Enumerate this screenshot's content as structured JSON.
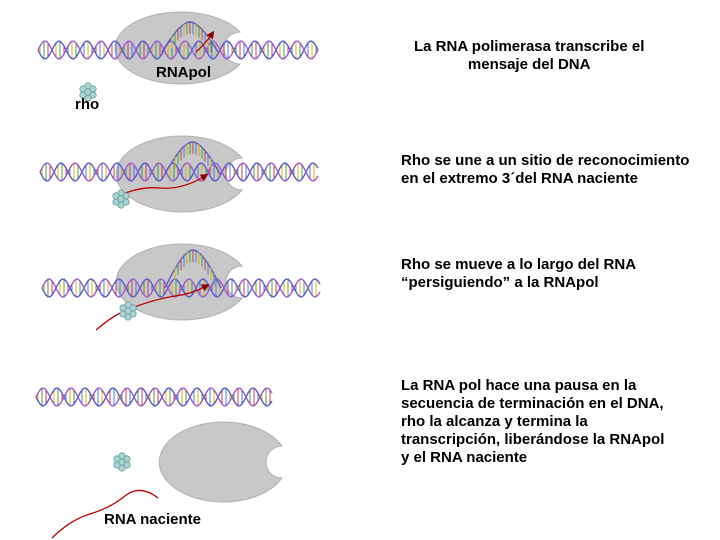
{
  "labels": {
    "rnapol": "RNApol",
    "rho": "rho",
    "rna_naciente": "RNA naciente"
  },
  "steps": [
    {
      "lines": [
        "La RNA polimerasa transcribe el",
        "mensaje del DNA"
      ]
    },
    {
      "lines": [
        "Rho se une a un sitio de reconocimiento",
        "en el extremo 3´del RNA naciente"
      ]
    },
    {
      "lines": [
        "Rho se mueve a lo largo del RNA",
        "“persiguiendo” a la RNApol"
      ]
    },
    {
      "lines": [
        "La RNA pol hace una pausa en la",
        "secuencia de terminación en el DNA,",
        "rho la alcanza y termina la",
        "transcripción, liberándose la RNApol",
        "y el RNA naciente"
      ]
    }
  ],
  "colors": {
    "polymerase": "#c8c8c8",
    "dna_strand_a": "#5a5ad2",
    "dna_strand_b": "#a05ad2",
    "rna": "#c00000",
    "rho": "#a9d4d4"
  }
}
